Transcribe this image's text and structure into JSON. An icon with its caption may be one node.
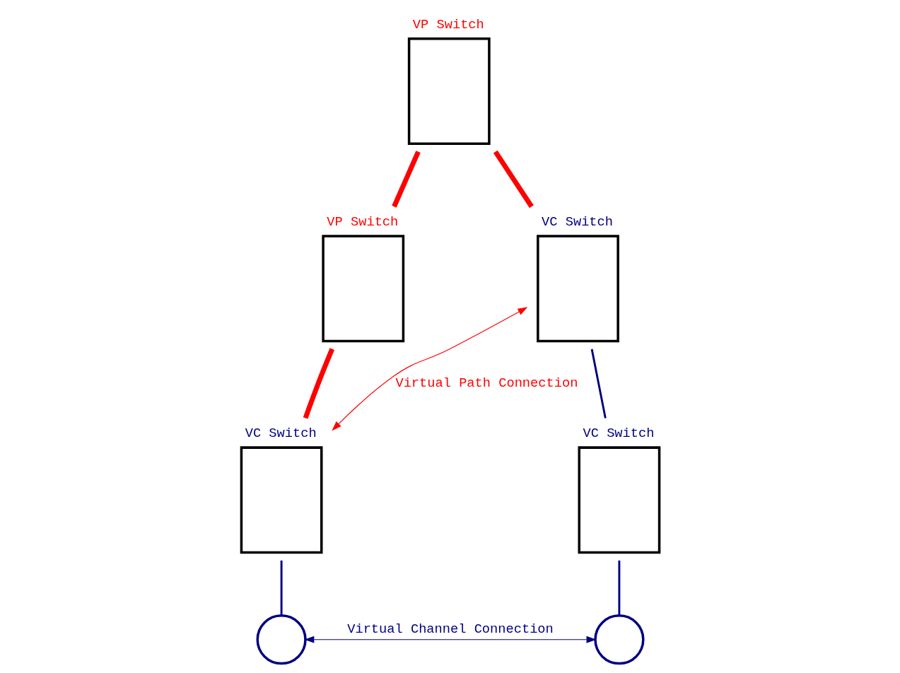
{
  "diagram": {
    "nodes": [
      {
        "text": [
          "VP Switch"
        ]
      },
      {
        "text": [
          "VC Switch"
        ]
      },
      {
        "text": [
          "VP Switch"
        ]
      },
      {
        "text": [
          "VC Switch"
        ]
      },
      {
        "text": [
          "VC Switch"
        ]
      },
      {
        "text": [],
        "shape": "circle"
      },
      {
        "text": [],
        "shape": "circle"
      }
    ],
    "edges": [
      {
        "from": 5,
        "to": 4,
        "arrow": "none",
        "color": "#000080"
      },
      {
        "from": 4,
        "to": 2,
        "arrow": "none",
        "style": "thick",
        "color": "#ff0000"
      },
      {
        "from": 2,
        "to": 0,
        "arrow": "none",
        "style": "thick",
        "color": "#ff0000"
      },
      {
        "from": 0,
        "to": 1,
        "arrow": "none",
        "style": "thick",
        "color": "#ff0000"
      },
      {
        "from": 1,
        "to": 3,
        "arrow": "none",
        "color": "#000080"
      },
      {
        "from": 3,
        "to": 6,
        "arrow": "none",
        "color": "#000080"
      },
      {
        "from": 4,
        "to": 1,
        "arrow": "both",
        "label": "Virtual Path Connection",
        "color": "#ff0000"
      },
      {
        "from": 5,
        "to": 6,
        "arrow": "both",
        "label": "Virtual Channel Connection",
        "color": "#000080"
      }
    ]
  }
}
